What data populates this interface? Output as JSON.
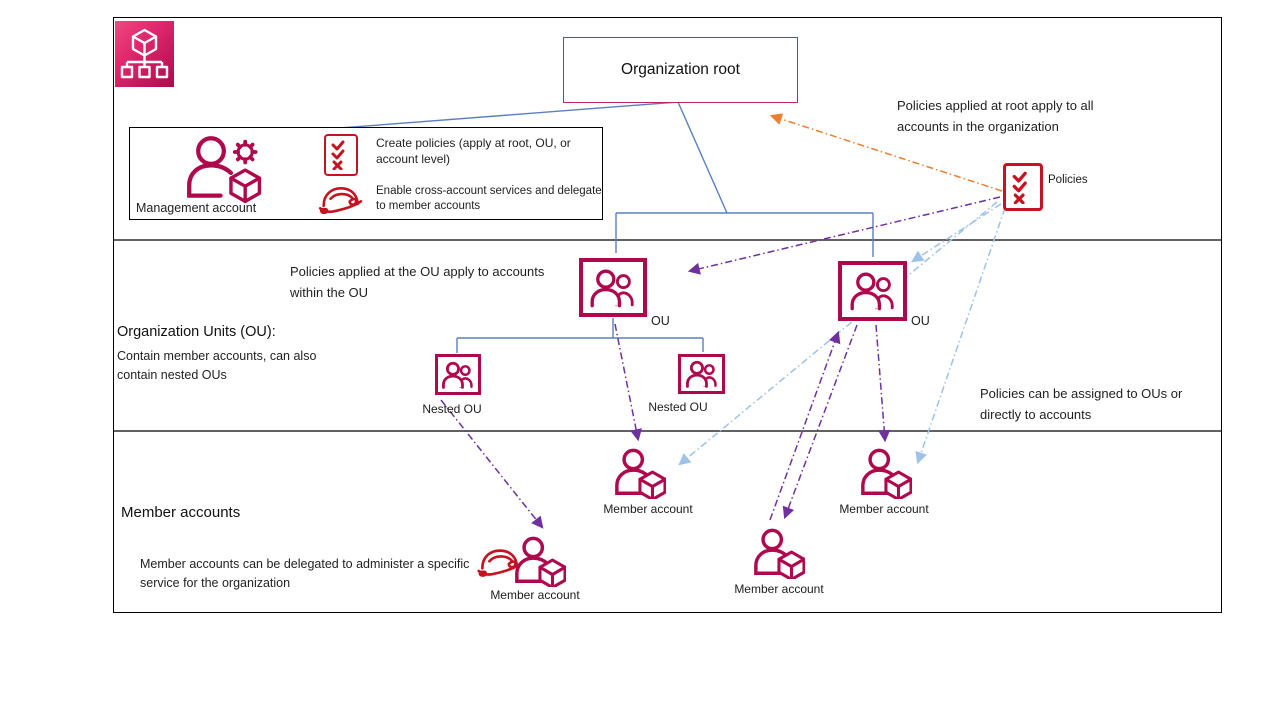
{
  "org_root": {
    "label": "Organization root"
  },
  "management": {
    "label": "Management account",
    "note_policies": "Create policies (apply at root, OU, or account level)",
    "note_services": "Enable cross-account services and delegate to member accounts"
  },
  "policies": {
    "label": "Policies"
  },
  "notes": {
    "root": "Policies applied at root apply to all accounts in the organization",
    "ou": "Policies applied at the OU apply to accounts within the OU",
    "assign": "Policies can be assigned to OUs or directly to accounts",
    "member_delegate": "Member accounts can be delegated to administer a specific service for the organization"
  },
  "sections": {
    "ou_heading": "Organization Units (OU):",
    "ou_desc": "Contain member accounts, can also contain nested OUs",
    "member_heading": "Member accounts"
  },
  "ous": [
    {
      "label": "OU"
    },
    {
      "label": "OU"
    }
  ],
  "nested_ous": [
    {
      "label": "Nested OU"
    },
    {
      "label": "Nested OU"
    }
  ],
  "members": [
    {
      "label": "Member account"
    },
    {
      "label": "Member account"
    },
    {
      "label": "Member account"
    },
    {
      "label": "Member account"
    }
  ],
  "icons": {
    "badge": "aws-organizations",
    "management": "user-gear-cube",
    "checklist": "policy-checklist",
    "helmet": "service-helmet",
    "ou": "organizational-unit-users",
    "member": "user-cube"
  },
  "colors": {
    "magenta": "#b0084d",
    "red": "#c7131f",
    "orange": "#ed7d31",
    "purple": "#7030a0",
    "light_blue": "#9dc3e6",
    "line_blue": "#5a7fc0",
    "divider_gray": "#616161"
  }
}
